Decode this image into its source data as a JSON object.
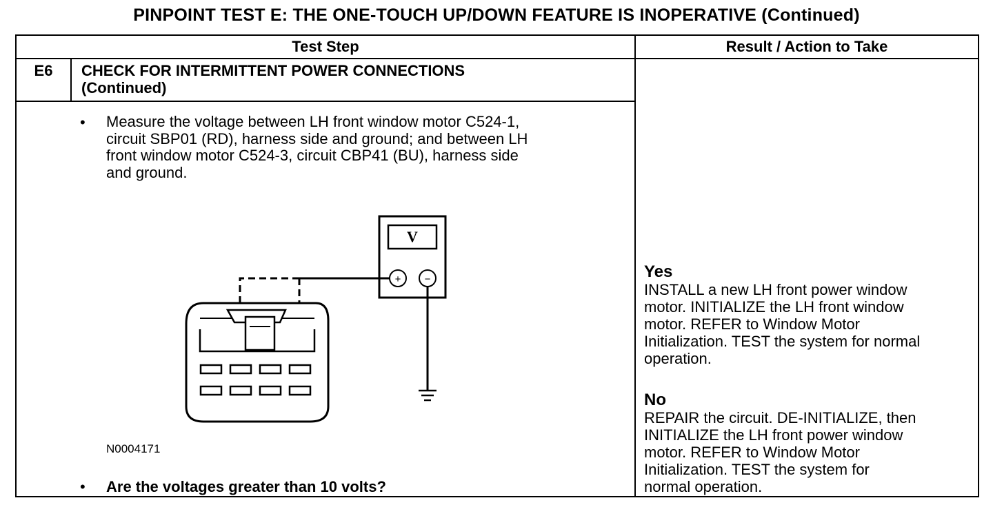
{
  "title": "PINPOINT TEST  E: THE ONE-TOUCH UP/DOWN FEATURE IS INOPERATIVE (Continued)",
  "table": {
    "col_test_step": "Test Step",
    "col_result": "Result / Action to Take"
  },
  "step": {
    "id": "E6",
    "title_line1": "CHECK FOR INTERMITTENT POWER CONNECTIONS",
    "title_line2": "(Continued)",
    "bullet_symbol": "•",
    "instruction_lines": [
      "Measure the voltage between LH front window motor C524-1,",
      "circuit SBP01 (RD), harness side and ground; and between LH",
      "front window motor C524-3, circuit CBP41 (BU), harness side",
      "and  ground."
    ],
    "figure_id": "N0004171",
    "meter_label": "V",
    "meter_plus": "+",
    "meter_minus": "−",
    "question": "Are the voltages greater than 10 volts?"
  },
  "results": {
    "yes_label": "Yes",
    "yes_lines": [
      "INSTALL a new LH front power window",
      "motor. INITIALIZE the LH front window",
      "motor. REFER to Window Motor",
      "Initialization. TEST the system for normal",
      "operation."
    ],
    "no_label": "No",
    "no_lines": [
      "REPAIR the circuit. DE-INITIALIZE, then",
      "INITIALIZE the LH front power window",
      "motor. REFER to Window Motor",
      "Initialization. TEST the system for",
      "normal operation."
    ]
  }
}
